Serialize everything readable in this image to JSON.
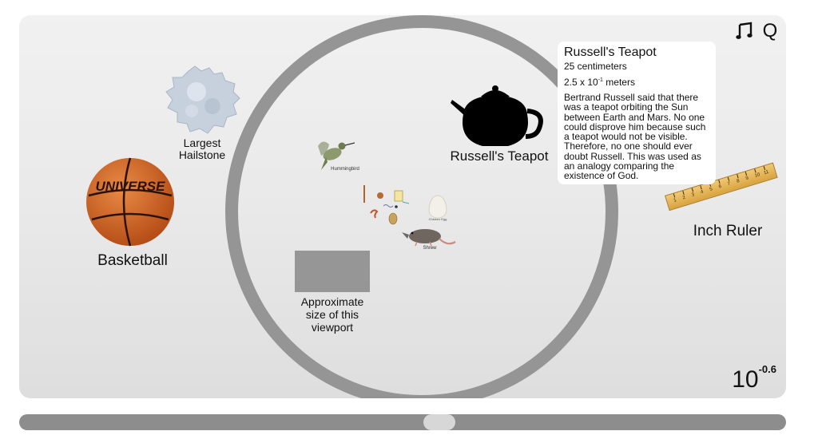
{
  "controls": {
    "music_icon": "music-note-icon",
    "search_label": "Q"
  },
  "objects": {
    "hailstone": "Largest\nHailstone",
    "basketball": "Basketball",
    "basketball_text": "UNIVERSE",
    "hummingbird": "Hummingbird",
    "teapot": "Russell's Teapot",
    "egg": "Chicken Egg",
    "shrew": "Shrew",
    "ruler": "Inch Ruler",
    "ruler_ticks": [
      "1",
      "2",
      "3",
      "4",
      "5",
      "6",
      "7",
      "8",
      "9",
      "10",
      "11"
    ],
    "viewport_box": "Approximate\nsize of this\nviewport"
  },
  "info_card": {
    "title": "Russell's Teapot",
    "size_cm": "25 centimeters",
    "size_m_base": "2.5 x 10",
    "size_m_exp": "-1",
    "size_m_unit": " meters",
    "description": "Bertrand Russell said that there was a teapot orbiting the Sun between Earth and Mars.  No one could disprove him because such a teapot would not be visible.  Therefore, no one should ever doubt Russell.  This was used as an analogy comparing the existence of God."
  },
  "scale": {
    "base": "10",
    "exponent": "-0.6"
  },
  "slider": {
    "position_fraction": 0.55
  },
  "colors": {
    "ring": "#959595",
    "basketball": "#d4611d",
    "ruler": "#e3b454",
    "slider_track": "#8d8d8d"
  }
}
